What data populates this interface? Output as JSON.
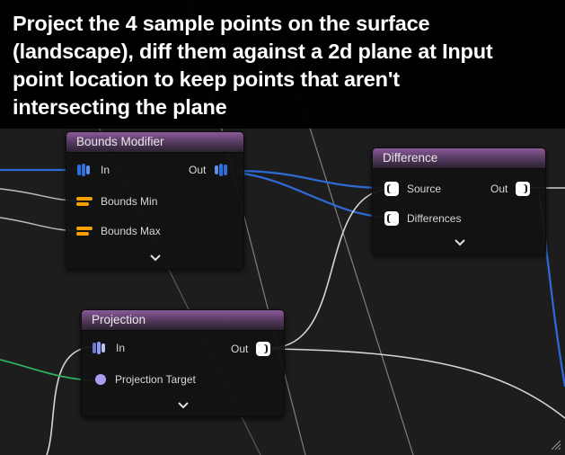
{
  "comment": {
    "line1": "Project the 4 sample points on the surface",
    "line2": "(landscape), diff them against a 2d plane at Input",
    "line3": "point location to keep points that aren't",
    "line4": "intersecting the plane"
  },
  "nodes": {
    "bounds_modifier": {
      "title": "Bounds Modifier",
      "in_label": "In",
      "out_label": "Out",
      "bounds_min_label": "Bounds Min",
      "bounds_max_label": "Bounds Max"
    },
    "difference": {
      "title": "Difference",
      "source_label": "Source",
      "out_label": "Out",
      "differences_label": "Differences"
    },
    "projection": {
      "title": "Projection",
      "in_label": "In",
      "out_label": "Out",
      "projection_target_label": "Projection Target"
    }
  },
  "colors": {
    "spatial_pin": "#2e6fe0",
    "vector_pin": "#f5a000",
    "point_pin": "#ffffff",
    "projection_target_pin": "#a89cf0",
    "wire_blue": "#2f6bd8",
    "wire_white": "#d0d0d0",
    "wire_green": "#2fb060",
    "header_purple": "#7b4f8a"
  },
  "icons": [
    "spatial-data-pin-icon",
    "vector-pin-icon",
    "point-data-pin-icon",
    "chevron-down-icon",
    "resize-grip-icon"
  ]
}
